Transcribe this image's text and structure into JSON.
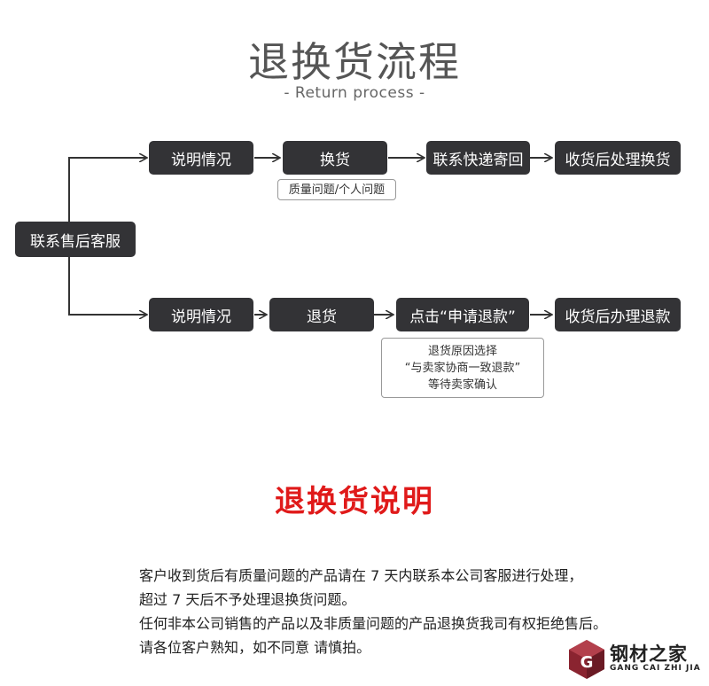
{
  "header": {
    "title": "退换货流程",
    "subtitle": "- Return process -"
  },
  "flow": {
    "start": "联系售后客服",
    "exchange": {
      "steps": [
        "说明情况",
        "换货",
        "联系快递寄回",
        "收货后处理换货"
      ],
      "note": "质量问题/个人问题"
    },
    "refund": {
      "steps": [
        "说明情况",
        "退货",
        "点击“申请退款”",
        "收货后办理退款"
      ],
      "note_lines": [
        "退货原因选择",
        "“与卖家协商一致退款”",
        "等待卖家确认"
      ]
    }
  },
  "explanation": {
    "title": "退换货说明",
    "lines": [
      "客户收到货后有质量问题的产品请在 7 天内联系本公司客服进行处理，",
      "超过 7 天后不予处理退换货问题。",
      "任何非本公司销售的产品以及非质量问题的产品退换货我司有权拒绝售后。",
      "请各位客户熟知，如不同意 请慎拍。"
    ]
  },
  "watermark": {
    "name": "钢材之家",
    "pinyin": "GANG CAI ZHI JIA",
    "icon": "cube-logo-icon"
  },
  "colors": {
    "box": "#333336",
    "accent_red": "#e01a1a",
    "line": "#333333"
  }
}
